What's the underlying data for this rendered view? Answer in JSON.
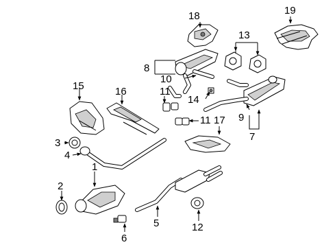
{
  "callouts": {
    "c1": "1",
    "c2": "2",
    "c3": "3",
    "c4": "4",
    "c5": "5",
    "c6": "6",
    "c7": "7",
    "c8": "8",
    "c9": "9",
    "c10": "10",
    "c11a": "11",
    "c11b": "11",
    "c12": "12",
    "c13": "13",
    "c14": "14",
    "c15": "15",
    "c16": "16",
    "c17": "17",
    "c18": "18",
    "c19": "19"
  }
}
